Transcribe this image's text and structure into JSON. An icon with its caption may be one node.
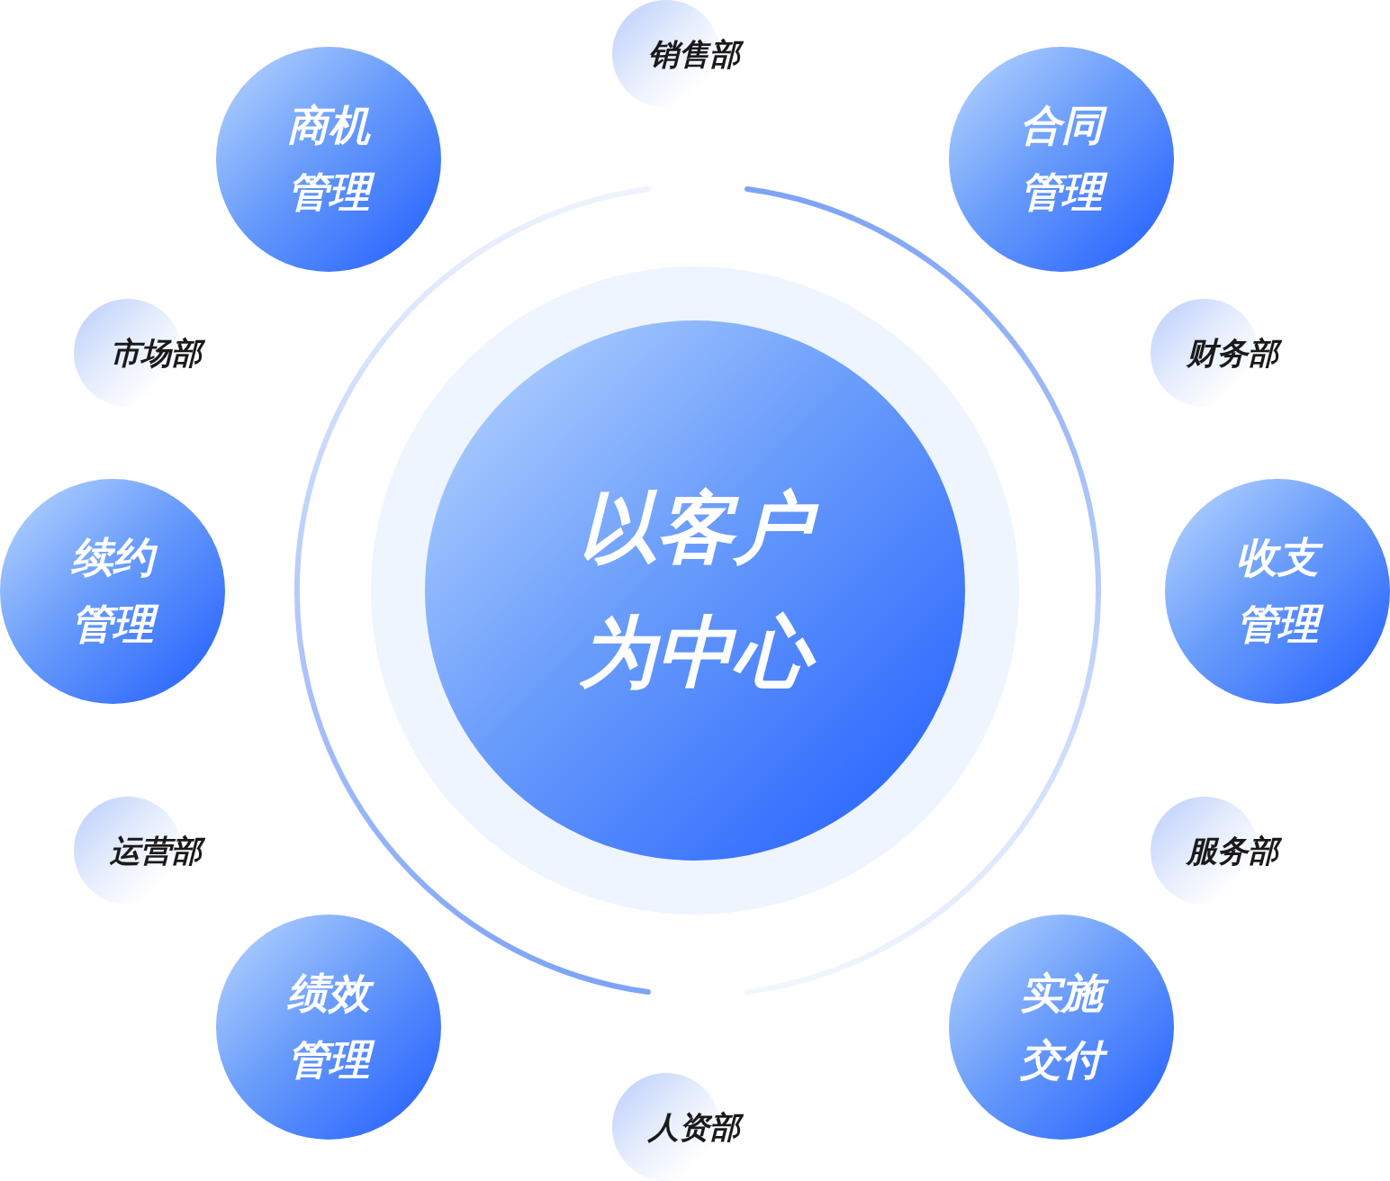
{
  "diagram": {
    "nodes": [
      {
        "text": [
          "销售部"
        ]
      },
      {
        "text": [
          "商机管理"
        ]
      },
      {
        "text": [
          "合同管理"
        ]
      },
      {
        "text": [
          "市场部"
        ]
      },
      {
        "text": [
          "财务部"
        ]
      },
      {
        "text": [
          "续约管理"
        ]
      },
      {
        "text": [
          "以客户为中心"
        ]
      },
      {
        "text": [
          "收支管理"
        ]
      },
      {
        "text": [
          "运营部"
        ]
      },
      {
        "text": [
          "服务部"
        ]
      },
      {
        "text": [
          "绩效管理"
        ]
      },
      {
        "text": [
          "实施交付"
        ]
      },
      {
        "text": [
          "人资部"
        ]
      }
    ]
  }
}
